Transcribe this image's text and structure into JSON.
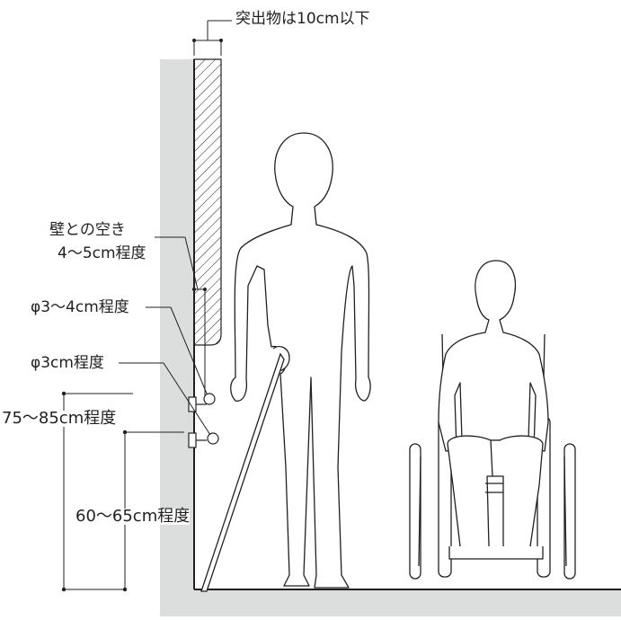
{
  "labels": {
    "protrusion": "突出物は10cm以下",
    "wall_gap_line1": "壁との空き",
    "wall_gap_line2": "4〜5cm程度",
    "rail_upper_dia": "φ3〜4cm程度",
    "rail_lower_dia": "φ3cm程度",
    "rail_upper_height": "75〜85cm程度",
    "rail_lower_height": "60〜65cm程度"
  },
  "colors": {
    "line": "#231f20",
    "wall": "#dcdddd",
    "background": "#ffffff"
  }
}
